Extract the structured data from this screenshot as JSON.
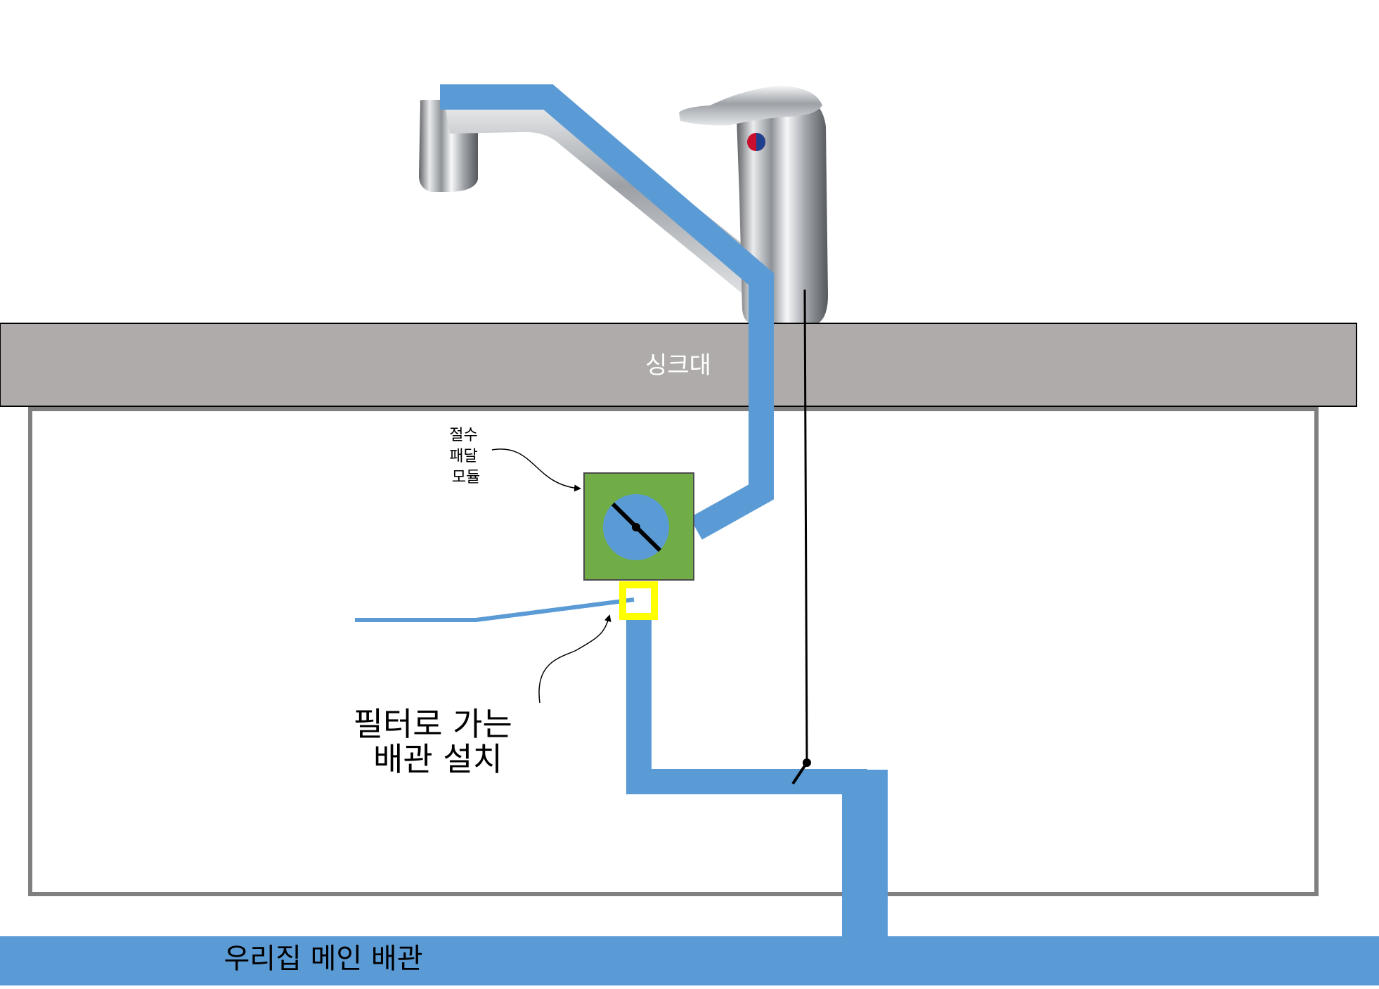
{
  "labels": {
    "sink": "싱크대",
    "pedal_module": [
      "절수",
      "패달",
      "모듈"
    ],
    "filter_pipe": [
      "필터로 가는",
      "배관 설치"
    ],
    "main_pipe": "우리집 메인 배관"
  },
  "colors": {
    "pipe": "#5b9bd5",
    "counter": "#afabab",
    "cabinet_border": "#7f7f7f",
    "module": "#70ad47",
    "fitting": "#ffff00",
    "line": "#000000",
    "sink_label": "#ffffff"
  }
}
